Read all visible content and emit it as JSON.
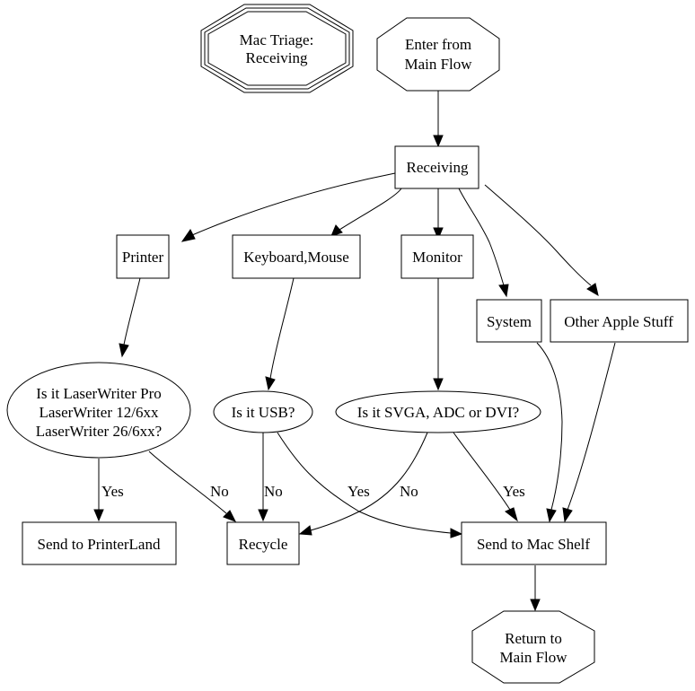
{
  "title": "Mac Triage: Receiving",
  "nodes": {
    "title_node": {
      "lines": [
        "Mac Triage:",
        "Receiving"
      ],
      "shape": "tripleoctagon"
    },
    "enter": {
      "lines": [
        "Enter from",
        "Main Flow"
      ],
      "shape": "octagon"
    },
    "receiving": {
      "lines": [
        "Receiving"
      ],
      "shape": "box"
    },
    "printer": {
      "lines": [
        "Printer"
      ],
      "shape": "box"
    },
    "keyboard": {
      "lines": [
        "Keyboard,Mouse"
      ],
      "shape": "box"
    },
    "monitor": {
      "lines": [
        "Monitor"
      ],
      "shape": "box"
    },
    "system": {
      "lines": [
        "System"
      ],
      "shape": "box"
    },
    "other": {
      "lines": [
        "Other Apple Stuff"
      ],
      "shape": "box"
    },
    "q_laser": {
      "lines": [
        "Is it LaserWriter Pro",
        "LaserWriter 12/6xx",
        "LaserWriter 26/6xx?"
      ],
      "shape": "ellipse"
    },
    "q_usb": {
      "lines": [
        "Is it USB?"
      ],
      "shape": "ellipse"
    },
    "q_svga": {
      "lines": [
        "Is it SVGA, ADC or DVI?"
      ],
      "shape": "ellipse"
    },
    "printerland": {
      "lines": [
        "Send to PrinterLand"
      ],
      "shape": "box"
    },
    "recycle": {
      "lines": [
        "Recycle"
      ],
      "shape": "box"
    },
    "macshelf": {
      "lines": [
        "Send to Mac Shelf"
      ],
      "shape": "box"
    },
    "return": {
      "lines": [
        "Return to",
        "Main Flow"
      ],
      "shape": "octagon"
    }
  },
  "edges": [
    {
      "from": "enter",
      "to": "receiving",
      "label": ""
    },
    {
      "from": "receiving",
      "to": "printer",
      "label": ""
    },
    {
      "from": "receiving",
      "to": "keyboard",
      "label": ""
    },
    {
      "from": "receiving",
      "to": "monitor",
      "label": ""
    },
    {
      "from": "receiving",
      "to": "system",
      "label": ""
    },
    {
      "from": "receiving",
      "to": "other",
      "label": ""
    },
    {
      "from": "printer",
      "to": "q_laser",
      "label": ""
    },
    {
      "from": "keyboard",
      "to": "q_usb",
      "label": ""
    },
    {
      "from": "monitor",
      "to": "q_svga",
      "label": ""
    },
    {
      "from": "q_laser",
      "to": "printerland",
      "label": "Yes"
    },
    {
      "from": "q_laser",
      "to": "recycle",
      "label": "No"
    },
    {
      "from": "q_usb",
      "to": "recycle",
      "label": "No"
    },
    {
      "from": "q_usb",
      "to": "macshelf",
      "label": "Yes"
    },
    {
      "from": "q_svga",
      "to": "recycle",
      "label": "No"
    },
    {
      "from": "q_svga",
      "to": "macshelf",
      "label": "Yes"
    },
    {
      "from": "system",
      "to": "macshelf",
      "label": ""
    },
    {
      "from": "other",
      "to": "macshelf",
      "label": ""
    },
    {
      "from": "macshelf",
      "to": "return",
      "label": ""
    }
  ]
}
